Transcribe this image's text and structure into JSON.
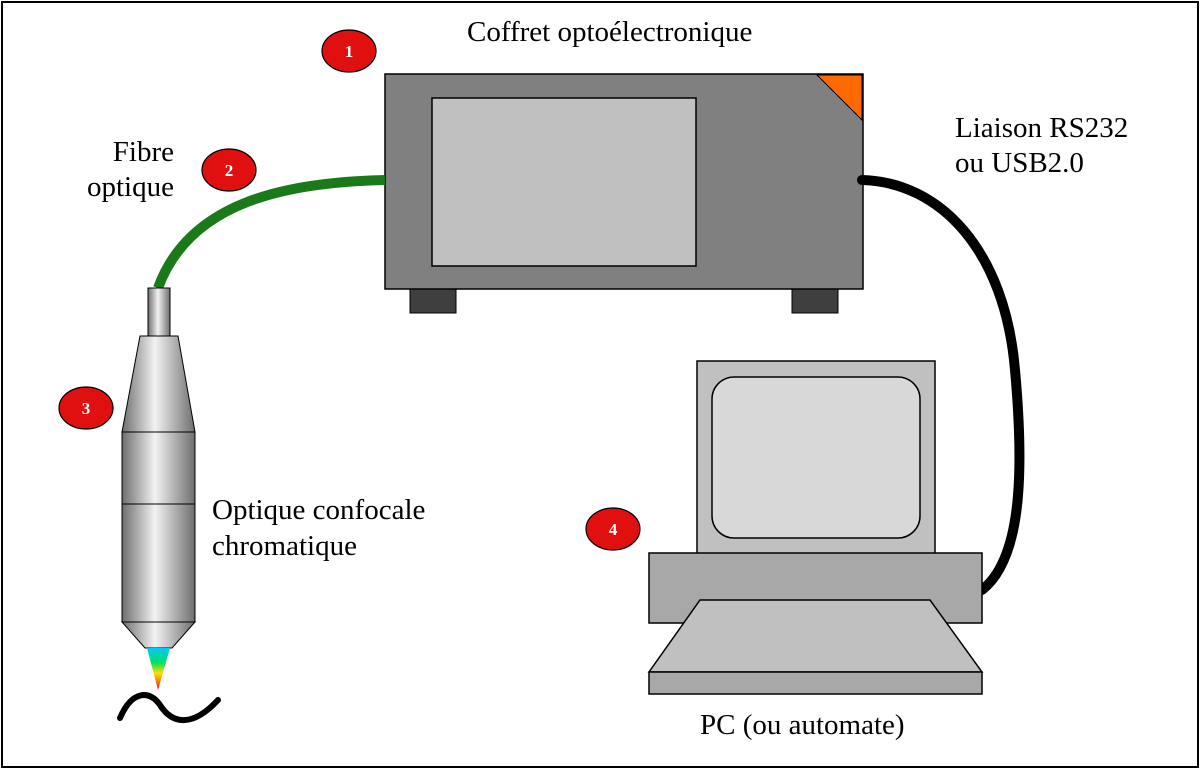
{
  "labels": {
    "box": "Coffret optoélectronique",
    "fiber_line1": "Fibre",
    "fiber_line2": "optique",
    "link_line1": "Liaison RS232",
    "link_line2": "ou USB2.0",
    "optic_line1": "Optique confocale",
    "optic_line2": "chromatique",
    "pc": "PC (ou automate)"
  },
  "markers": [
    "1",
    "2",
    "3",
    "4"
  ],
  "colors": {
    "marker": "#e01010",
    "fiber": "#1a7a1a",
    "cable": "#000000",
    "box_body": "#808080",
    "box_screen": "#c0c0c0",
    "box_corner": "#ff6a00",
    "pc_body": "#c0c0c0",
    "pc_base": "#a8a8a8"
  }
}
